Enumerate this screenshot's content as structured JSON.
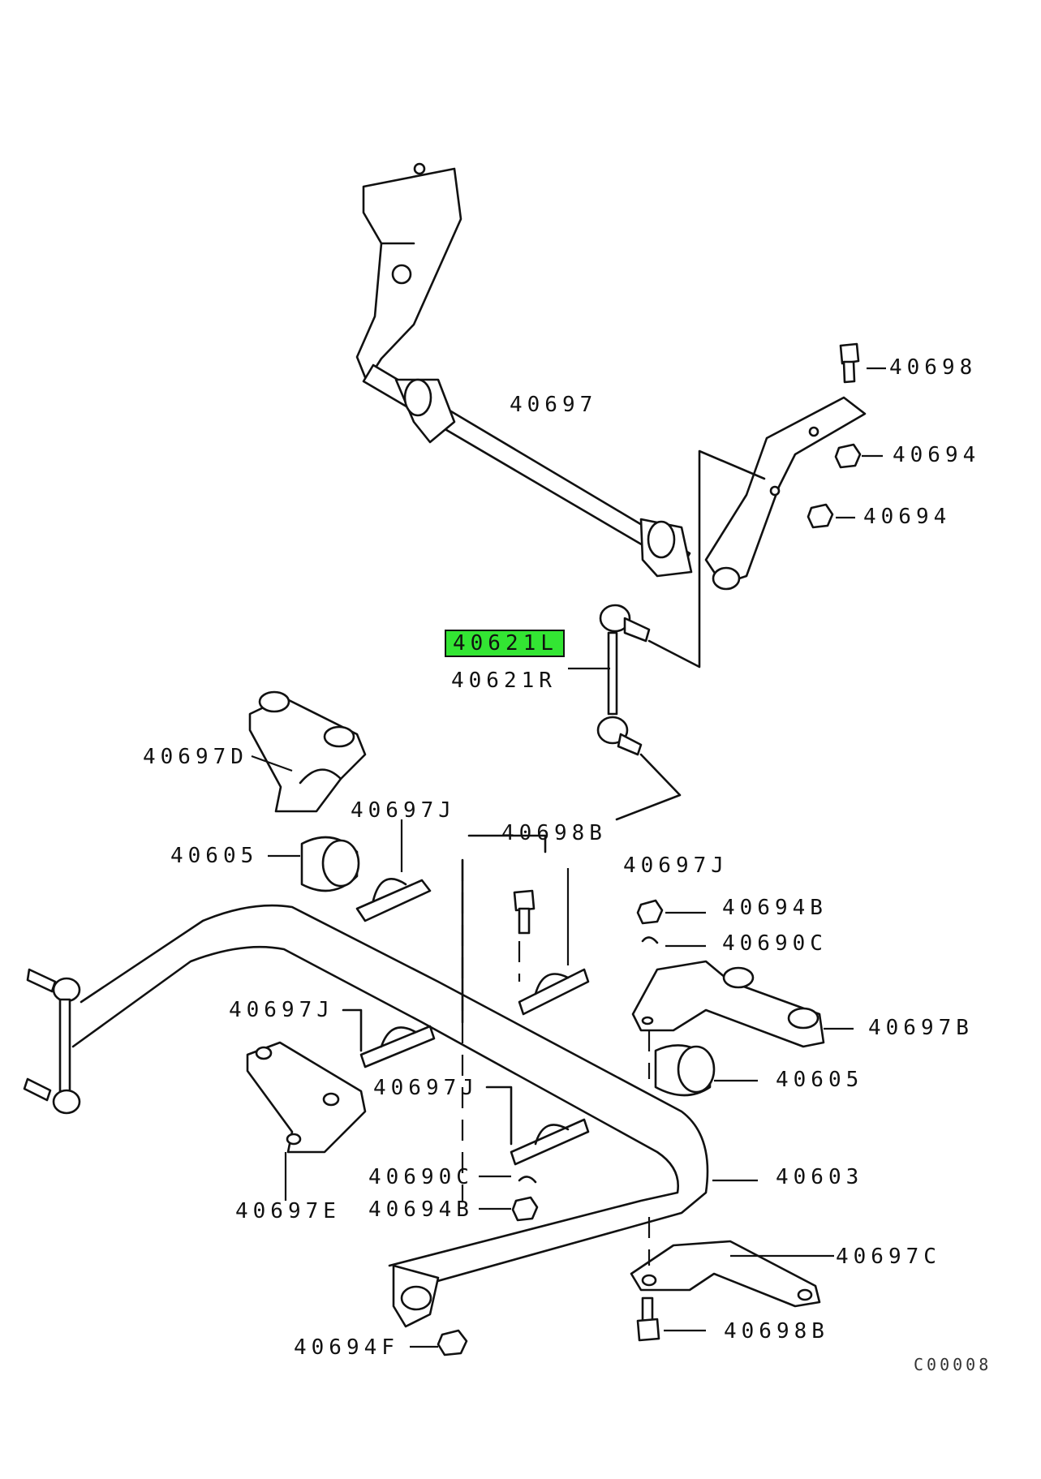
{
  "diagram_code": "C00008",
  "labels": {
    "l40698": "40698",
    "l40697": "40697",
    "l40694_a": "40694",
    "l40694_b": "40694",
    "l40621L": "40621L",
    "l40621R": "40621R",
    "l40697D": "40697D",
    "l40697J_a": "40697J",
    "l40698B_a": "40698B",
    "l40605_a": "40605",
    "l40697J_b": "40697J",
    "l40694B_a": "40694B",
    "l40690C_a": "40690C",
    "l40697J_c": "40697J",
    "l40697B": "40697B",
    "l40605_b": "40605",
    "l40697J_d": "40697J",
    "l40690C_b": "40690C",
    "l40603": "40603",
    "l40697E": "40697E",
    "l40694B_b": "40694B",
    "l40697C": "40697C",
    "l40698B_b": "40698B",
    "l40694F": "40694F"
  },
  "highlight": {
    "part": "40621L",
    "color": "#33e533"
  }
}
